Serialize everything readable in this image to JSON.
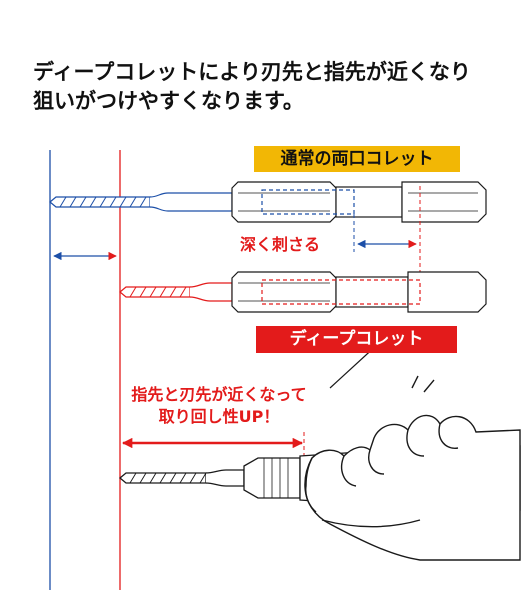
{
  "headline": {
    "line1": "ディープコレットにより刃先と指先が近くなり",
    "line2": "狙いがつけやすくなります。"
  },
  "labels": {
    "standard_collet": "通常の両口コレット",
    "deep_insert": "深く刺さる",
    "deep_collet": "ディープコレット",
    "callout_line1": "指先と刃先が近くなって",
    "callout_line2": "取り回し性UP！"
  },
  "colors": {
    "blue": "#1c4fa8",
    "red": "#e31b1b",
    "yellow": "#f2b705",
    "ink": "#1a1a1a"
  }
}
